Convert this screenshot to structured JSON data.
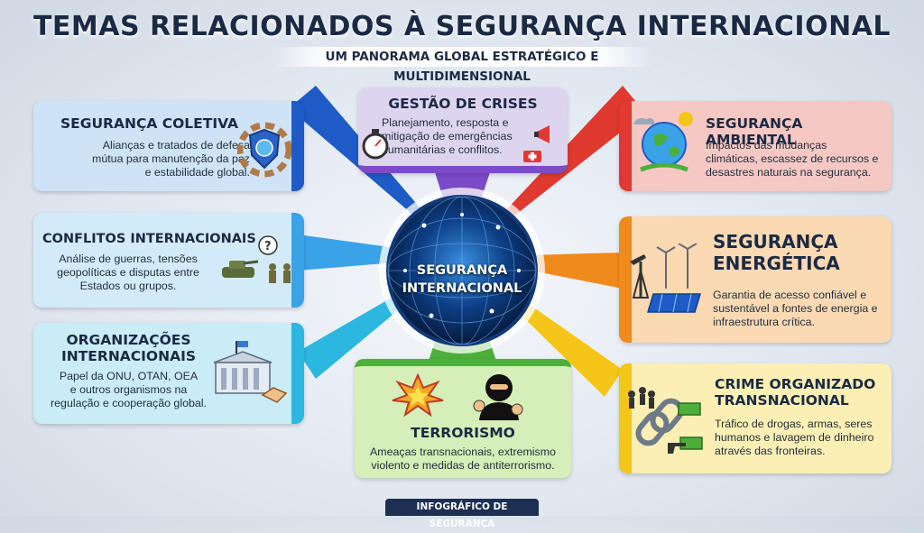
{
  "header": {
    "title": "TEMAS RELACIONADOS À SEGURANÇA INTERNACIONAL",
    "subtitle": "UM PANORAMA GLOBAL ESTRATÉGICO E MULTIDIMENSIONAL"
  },
  "hub": {
    "line1": "SEGURANÇA",
    "line2": "INTERNACIONAL"
  },
  "cards": {
    "seguranca_coletiva": {
      "title": "SEGURANÇA COLETIVA",
      "text_1": "Alianças e tratados de defesa",
      "text_2": "mútua para manutenção da paz",
      "text_3": "e estabilidade global."
    },
    "conflitos": {
      "title": "CONFLITOS INTERNACIONAIS",
      "text_1": "Análise de guerras, tensões",
      "text_2": "geopolíticas e disputas entre",
      "text_3": "Estados ou grupos."
    },
    "organizacoes": {
      "title_1": "ORGANIZAÇÕES",
      "title_2": "INTERNACIONAIS",
      "text_1": "Papel da ONU, OTAN, OEA",
      "text_2": "e outros organismos na",
      "text_3": "regulação e cooperação global."
    },
    "gestao_crises": {
      "title": "GESTÃO DE CRISES",
      "text_1": "Planejamento, resposta e",
      "text_2": "mitigação de emergências",
      "text_3": "humanitárias e conflitos."
    },
    "terrorismo": {
      "title": "TERRORISMO",
      "text_1": "Ameaças transnacionais, extremismo",
      "text_2": "violento e medidas de antiterrorismo."
    },
    "ambiental": {
      "title": "SEGURANÇA AMBIENTAL",
      "text_1": "Impactos das mudanças",
      "text_2": "climáticas, escassez de recursos e",
      "text_3": "desastres naturais na segurança."
    },
    "energetica": {
      "title_1": "SEGURANÇA",
      "title_2": "ENERGÉTICA",
      "text_1": "Garantia de acesso confiável e",
      "text_2": "sustentável a fontes de energia e",
      "text_3": "infraestrutura crítica."
    },
    "crime": {
      "title_1": "CRIME ORGANIZADO",
      "title_2": "TRANSNACIONAL",
      "text_1": "Tráfico de drogas, armas, seres",
      "text_2": "humanos e lavagem de dinheiro",
      "text_3": "através das fronteiras."
    }
  },
  "footer": {
    "label": "INFOGRÁFICO DE SEGURANÇA"
  },
  "colors": {
    "navy": "#1b2a44",
    "blue_card": "#cfe3f7",
    "blue_ray": "#1e5bc6",
    "lightblue_card": "#d3ebf8",
    "lightblue_ray": "#3aa3e8",
    "cyan_card": "#c9ecf6",
    "cyan_ray": "#2bb7e0",
    "purple_card": "#ddd4f0",
    "purple_ray": "#7b4bc8",
    "green_card": "#d6eeb8",
    "green_ray": "#4caf3b",
    "red_card": "#f6c8c4",
    "red_ray": "#e0392f",
    "orange_card": "#fbd9b3",
    "orange_ray": "#f08a1c",
    "yellow_card": "#fbefb4",
    "yellow_ray": "#f5c518"
  }
}
